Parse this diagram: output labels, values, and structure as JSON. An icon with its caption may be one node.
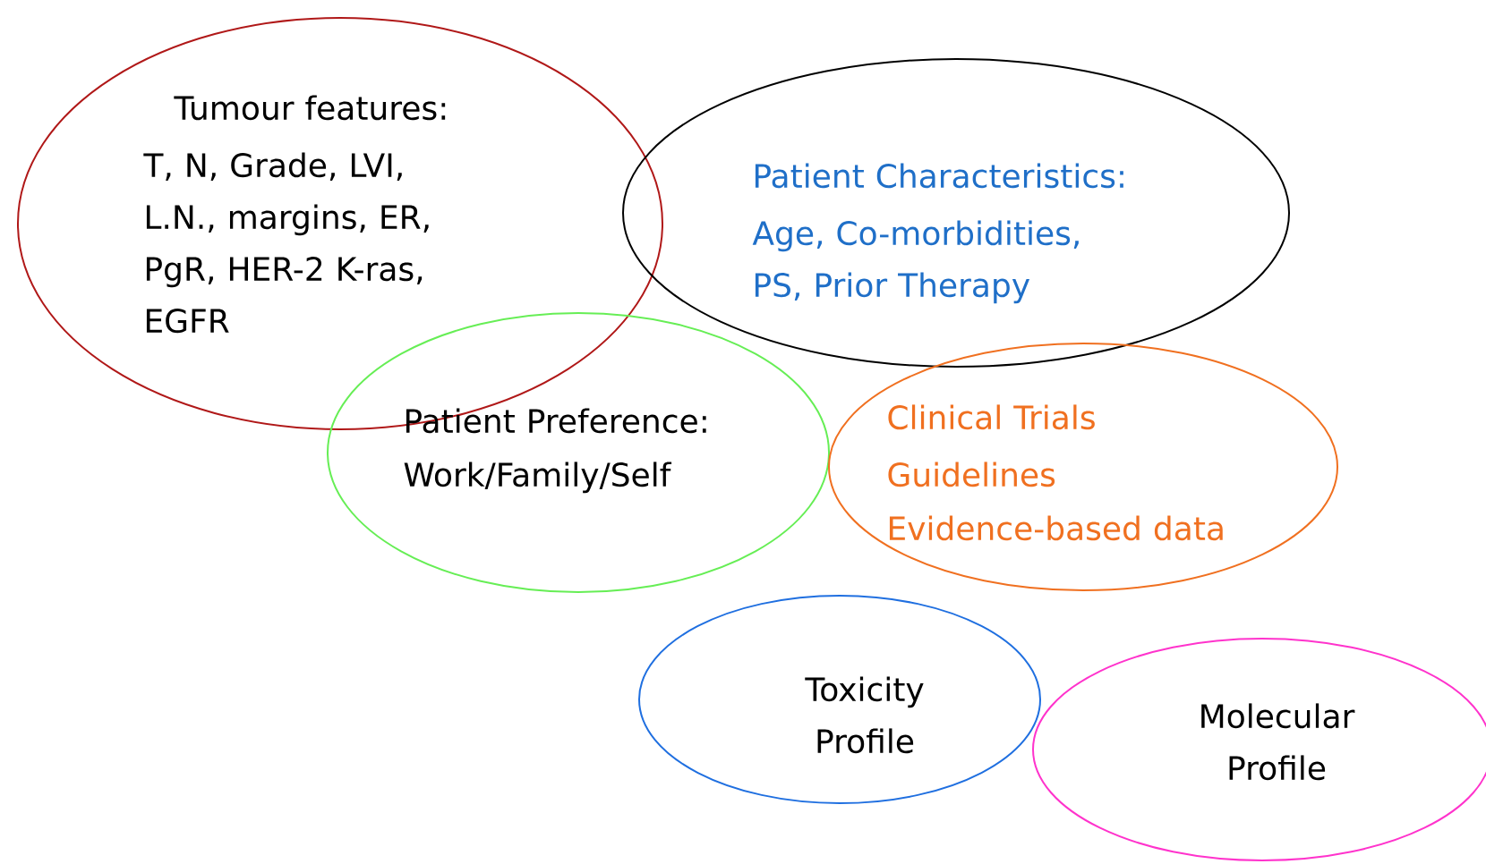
{
  "diagram": {
    "nodes": [
      {
        "text": [
          "Tumour features:",
          "T, N, Grade, LVI, L.N., margins, ER, PgR, HER-2 K-ras, EGFR"
        ]
      },
      {
        "text": [
          "Patient Characteristics:",
          "Age, Co-morbidities, PS, Prior Therapy"
        ]
      },
      {
        "text": [
          "Patient Preference:",
          "Work/Family/Self"
        ]
      },
      {
        "text": [
          "Clinical Trials",
          "Guidelines",
          "Evidence-based data"
        ]
      },
      {
        "text": [
          "Toxicity Profile"
        ]
      },
      {
        "text": [
          "Molecular Profile"
        ]
      }
    ]
  }
}
